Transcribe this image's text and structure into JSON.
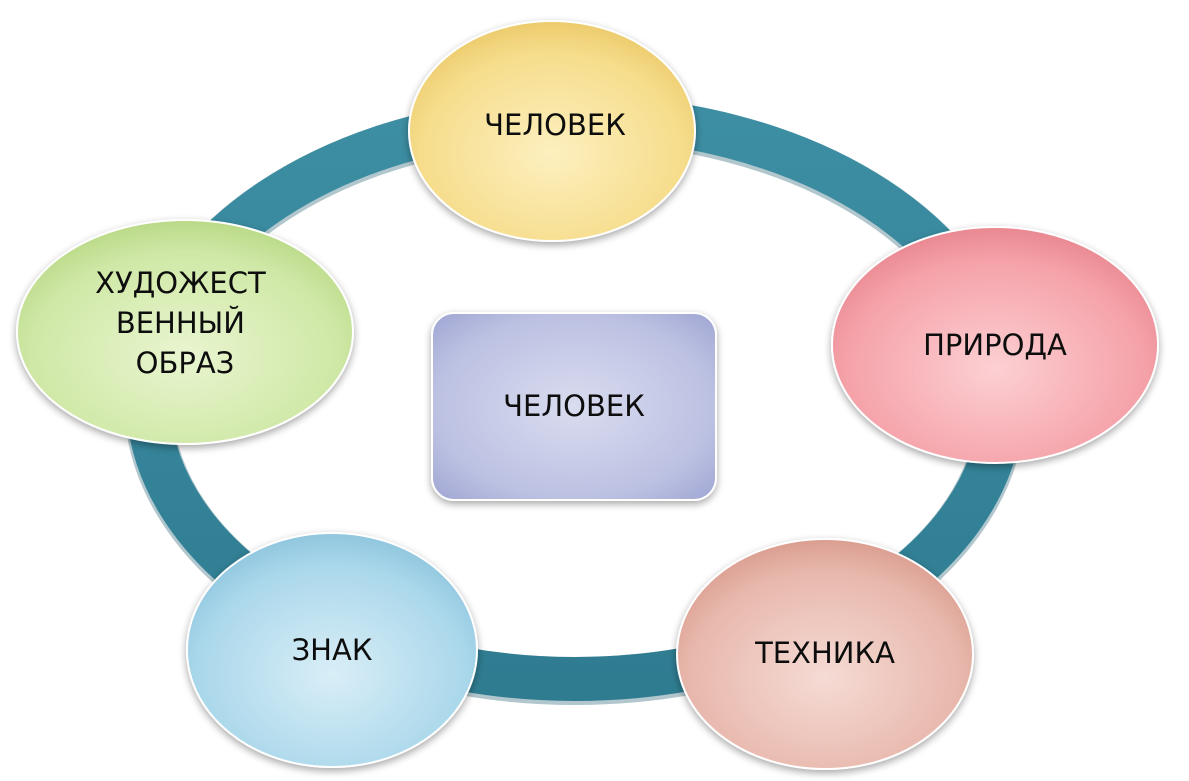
{
  "diagram": {
    "center": {
      "label": "ЧЕЛОВЕК"
    },
    "nodes": [
      {
        "id": "top",
        "lines": [
          "ЧЕЛОВЕК"
        ]
      },
      {
        "id": "right",
        "lines": [
          "ПРИРОДА"
        ]
      },
      {
        "id": "bottom-right",
        "lines": [
          "ТЕХНИКА"
        ]
      },
      {
        "id": "bottom-left",
        "lines": [
          "ЗНАК"
        ]
      },
      {
        "id": "left",
        "lines": [
          "ХУДОЖЕСТ",
          "ВЕННЫЙ",
          "ОБРАЗ"
        ]
      }
    ],
    "colors": {
      "ring": "#3a8a9e",
      "ring_dark": "#25667a",
      "top": "#f7dd86",
      "right": "#f59ea6",
      "bottom_right": "#e6b3a8",
      "bottom_left": "#a9d7ea",
      "left": "#cce6a0",
      "center": "#b9bedf"
    }
  }
}
